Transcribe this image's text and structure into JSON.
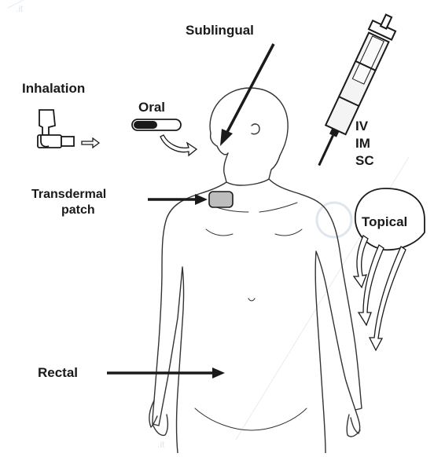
{
  "diagram": {
    "labels": {
      "sublingual": "Sublingual",
      "inhalation": "Inhalation",
      "oral": "Oral",
      "iv": "IV",
      "im": "IM",
      "sc": "SC",
      "transdermal_line1": "Transdermal",
      "transdermal_line2": "patch",
      "topical": "Topical",
      "rectal": "Rectal"
    },
    "watermark": ".it",
    "colors": {
      "ink": "#1a1a1a",
      "patch_fill": "#bdbdbd",
      "watermark": "#c9d6e6",
      "background": "#ffffff"
    }
  }
}
